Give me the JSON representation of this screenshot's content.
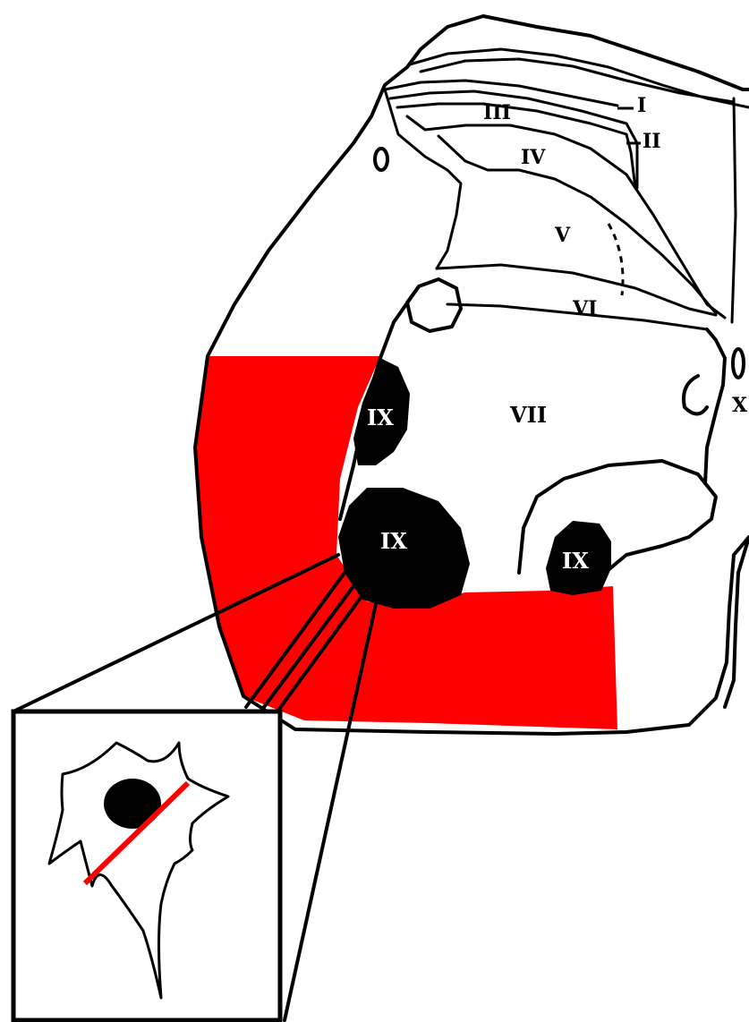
{
  "colors": {
    "highlight": "#ff0000",
    "outline": "#000000",
    "nucleus_fill": "#000000",
    "nucleus_text": "#ffffff",
    "background": "#ffffff"
  },
  "laminae": {
    "I": "I",
    "II": "II",
    "III": "III",
    "IV": "IV",
    "V": "V",
    "VI": "VI",
    "VII": "VII",
    "X": "X"
  },
  "motor_nuclei": [
    {
      "label": "IX"
    },
    {
      "label": "IX"
    },
    {
      "label": "IX"
    }
  ],
  "inset": {
    "shows": "neuron",
    "cut_line_color": "#ff0000"
  }
}
